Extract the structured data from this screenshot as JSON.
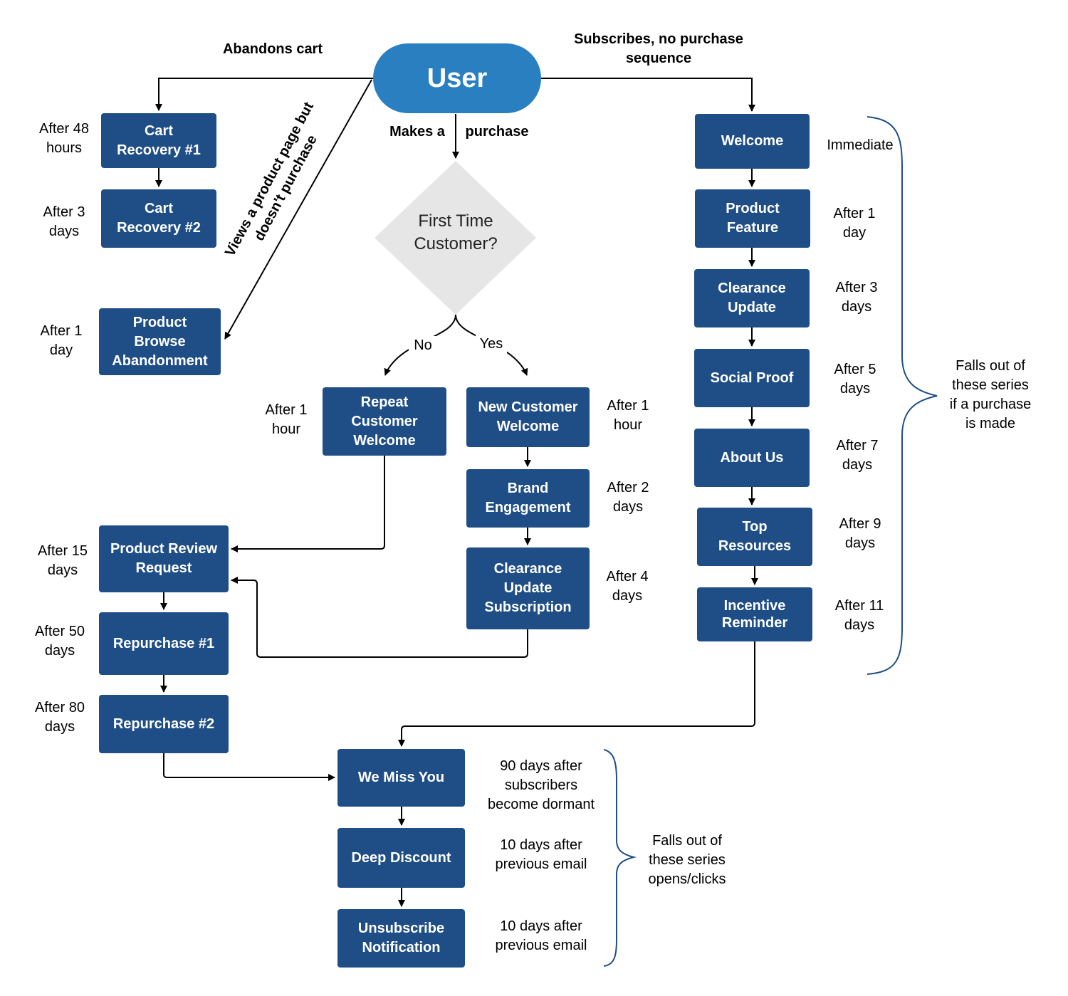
{
  "start": {
    "label": "User"
  },
  "decision": {
    "label": "First Time\nCustomer?"
  },
  "branch_labels": {
    "abandons_cart": "Abandons cart",
    "subscribes": "Subscribes, no purchase\nsequence",
    "makes_a": "Makes a",
    "purchase": "purchase",
    "views_product": "Views a product page but\ndoesn't purchase",
    "no": "No",
    "yes": "Yes"
  },
  "cart_flow": {
    "cart_recovery_1": {
      "label": "Cart\nRecovery #1",
      "timing": "After 48\nhours"
    },
    "cart_recovery_2": {
      "label": "Cart\nRecovery #2",
      "timing": "After 3\ndays"
    },
    "browse_abandonment": {
      "label": "Product\nBrowse\nAbandonment",
      "timing": "After 1\nday"
    }
  },
  "purchase_flow": {
    "repeat_welcome": {
      "label": "Repeat\nCustomer\nWelcome",
      "timing": "After 1\nhour"
    },
    "new_welcome": {
      "label": "New Customer\nWelcome",
      "timing": "After 1\nhour"
    },
    "brand_engagement": {
      "label": "Brand\nEngagement",
      "timing": "After 2\ndays"
    },
    "clearance_subscription": {
      "label": "Clearance\nUpdate\nSubscription",
      "timing": "After 4\ndays"
    },
    "review_request": {
      "label": "Product Review\nRequest",
      "timing": "After 15\ndays"
    },
    "repurchase_1": {
      "label": "Repurchase #1",
      "timing": "After 50\ndays"
    },
    "repurchase_2": {
      "label": "Repurchase #2",
      "timing": "After 80\ndays"
    }
  },
  "subscribe_flow": {
    "welcome": {
      "label": "Welcome",
      "timing": "Immediate"
    },
    "product_feature": {
      "label": "Product\nFeature",
      "timing": "After 1\nday"
    },
    "clearance_update": {
      "label": "Clearance\nUpdate",
      "timing": "After 3\ndays"
    },
    "social_proof": {
      "label": "Social Proof",
      "timing": "After 5\ndays"
    },
    "about_us": {
      "label": "About Us",
      "timing": "After 7\ndays"
    },
    "top_resources": {
      "label": "Top\nResources",
      "timing": "After 9\ndays"
    },
    "incentive_reminder": {
      "label": "Incentive\nReminder",
      "timing": "After 11\ndays"
    },
    "note": "Falls out of\nthese series\nif a purchase\nis made"
  },
  "winback_flow": {
    "we_miss_you": {
      "label": "We Miss You",
      "timing": "90 days after\nsubscribers\nbecome dormant"
    },
    "deep_discount": {
      "label": "Deep Discount",
      "timing": "10 days after\nprevious email"
    },
    "unsubscribe": {
      "label": "Unsubscribe\nNotification",
      "timing": "10 days after\nprevious email"
    },
    "note": "Falls out of\nthese series\nopens/clicks"
  },
  "colors": {
    "box": "#1f4e86",
    "start": "#2a7fc0",
    "decision": "#e6e6e6",
    "brace": "#1f4e86"
  }
}
